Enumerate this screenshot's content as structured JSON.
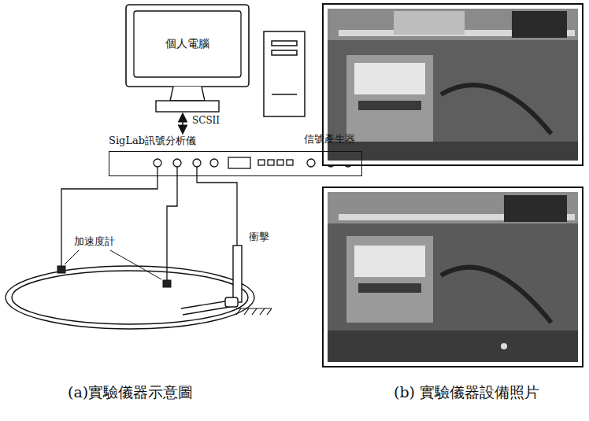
{
  "diagram": {
    "nodes": [
      {
        "text": [
          "個人電腦"
        ]
      },
      {
        "text": [
          "SigLab訊號分析儀",
          "信號產生器"
        ]
      }
    ],
    "edges": [
      {
        "from": 0,
        "to": 1,
        "arrow": "both",
        "label": "SCSII"
      }
    ],
    "labels": [
      "加速度計",
      "衝擊",
      "(a)實驗儀器示意圖",
      "(b) 實驗儀器設備照片"
    ]
  }
}
